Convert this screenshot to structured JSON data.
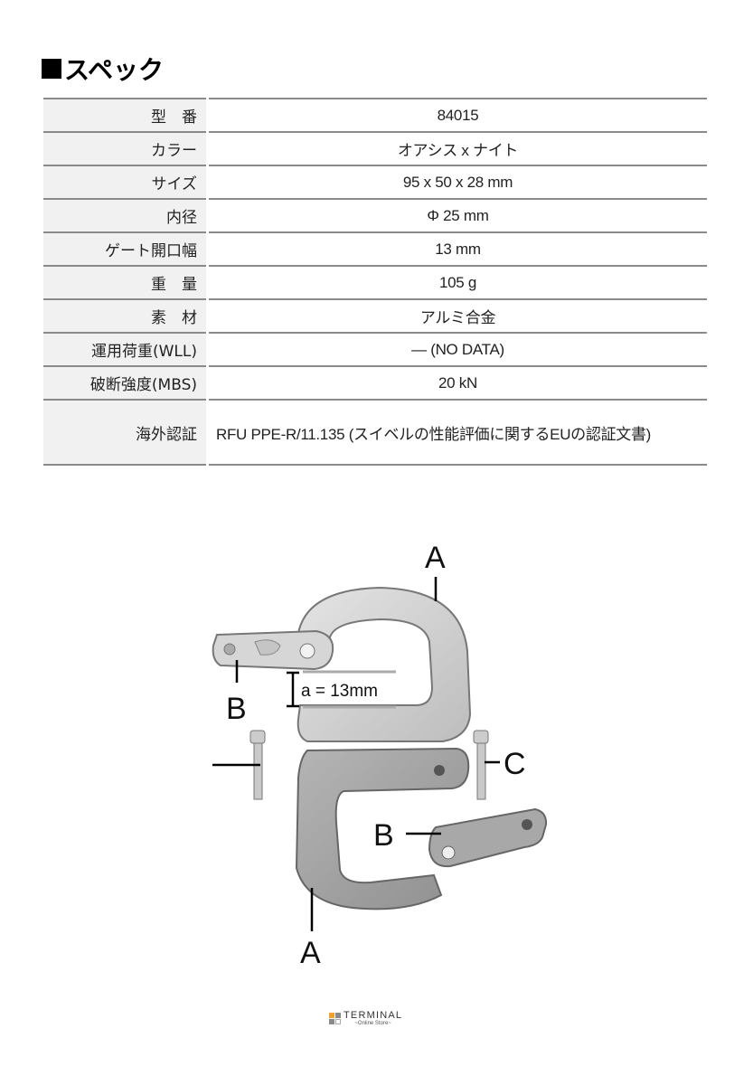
{
  "heading": {
    "marker": "■",
    "text": "スペック"
  },
  "spec_table": {
    "rows": [
      {
        "label": "型　番",
        "value": "84015"
      },
      {
        "label": "カラー",
        "value": "オアシス x ナイト"
      },
      {
        "label": "サイズ",
        "value": "95 x 50 x 28 mm"
      },
      {
        "label": "内径",
        "value": "Φ 25 mm"
      },
      {
        "label": "ゲート開口幅",
        "value": "13 mm"
      },
      {
        "label": "重　量",
        "value": "105 g"
      },
      {
        "label": "素　材",
        "value": "アルミ合金"
      },
      {
        "label": "運用荷重(WLL)",
        "value": "― (NO DATA)"
      },
      {
        "label": "破断強度(MBS)",
        "value": "20 kN"
      },
      {
        "label": "海外認証",
        "value": "RFU PPE-R/11.135 (スイベルの性能評価に関するEUの認証文書)"
      }
    ]
  },
  "diagram": {
    "labels": {
      "a_top": "A",
      "a_bottom": "A",
      "b_left": "B",
      "b_right": "B",
      "c": "C"
    },
    "gate_dimension": "a = 13mm"
  },
  "footer": {
    "brand": "TERMINAL",
    "tagline": "~Online Store~",
    "colors": {
      "orange": "#f0a030",
      "gray": "#8a8a8a",
      "light": "#e0e0e0"
    }
  }
}
